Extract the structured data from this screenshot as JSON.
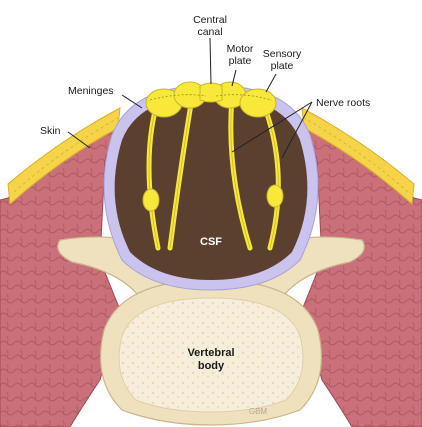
{
  "labels": {
    "central_canal_line1": "Central",
    "central_canal_line2": "canal",
    "motor_plate_line1": "Motor",
    "motor_plate_line2": "plate",
    "sensory_plate_line1": "Sensory",
    "sensory_plate_line2": "plate",
    "meninges": "Meninges",
    "nerve_roots": "Nerve roots",
    "skin": "Skin",
    "csf": "CSF",
    "vertebral_body_line1": "Vertebral",
    "vertebral_body_line2": "body",
    "watermark": "GBM"
  },
  "colors": {
    "skin": "#f5d44a",
    "muscle": "#c9707a",
    "csf_sac": "#5b4030",
    "meninges": "#c9c3ee",
    "neural": "#f7e83a",
    "bone_outer": "#efe1bd",
    "bone_inner": "#f6eedb"
  }
}
